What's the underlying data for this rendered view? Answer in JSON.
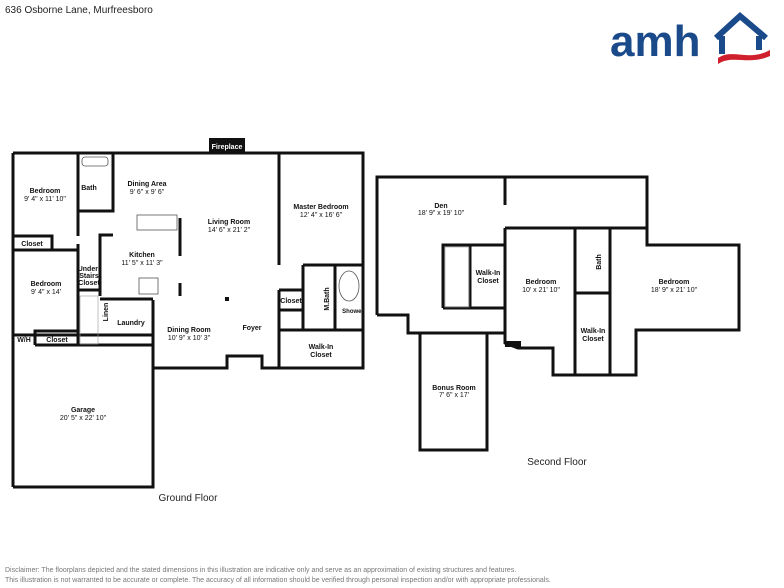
{
  "title": "636 Osborne Lane, Murfreesboro",
  "logo": {
    "text": "amh",
    "primary_color": "#1b4a8a",
    "accent_color": "#d0202e"
  },
  "ground_floor": {
    "label": "Ground Floor",
    "fireplace": "Fireplace",
    "rooms": [
      {
        "name": "Bedroom",
        "dims": "9' 4\" x 11' 10\""
      },
      {
        "name": "Bath",
        "dims": ""
      },
      {
        "name": "Dining Area",
        "dims": "9' 6\" x 9' 6\""
      },
      {
        "name": "Living Room",
        "dims": "14' 6\" x 21' 2\""
      },
      {
        "name": "Master Bedroom",
        "dims": "12' 4\" x 16' 6\""
      },
      {
        "name": "Kitchen",
        "dims": "11' 5\" x 11' 3\""
      },
      {
        "name": "Bedroom",
        "dims": "9' 4\" x 14'"
      },
      {
        "name": "Dining Room",
        "dims": "10' 9\" x 10' 3\""
      },
      {
        "name": "Garage",
        "dims": "20' 5\" x 22' 10\""
      }
    ],
    "small_labels": [
      "Closet",
      "Under-",
      "Stairs",
      "Closet",
      "Linen",
      "Laundry",
      "W/H",
      "Closet",
      "Foyer",
      "Closet",
      "M.Bath",
      "Shower",
      "Walk-In",
      "Closet"
    ]
  },
  "second_floor": {
    "label": "Second Floor",
    "rooms": [
      {
        "name": "Den",
        "dims": "18' 9\" x 19' 10\""
      },
      {
        "name": "Bedroom",
        "dims": "10' x 21' 10\""
      },
      {
        "name": "Bedroom",
        "dims": "18' 9\" x 21' 10\""
      },
      {
        "name": "Bonus Room",
        "dims": "7' 6\" x 17'"
      }
    ],
    "small_labels": [
      "Walk-In",
      "Closet",
      "Bath",
      "Walk-In",
      "Closet"
    ]
  },
  "disclaimer": [
    "Disclaimer: The floorplans depicted and the stated dimensions in this illustration are indicative only and serve as an approximation of existing structures and features.",
    "This illustration is not warranted to be accurate or complete. The accuracy of all information should be verified through personal inspection and/or with appropriate professionals."
  ]
}
